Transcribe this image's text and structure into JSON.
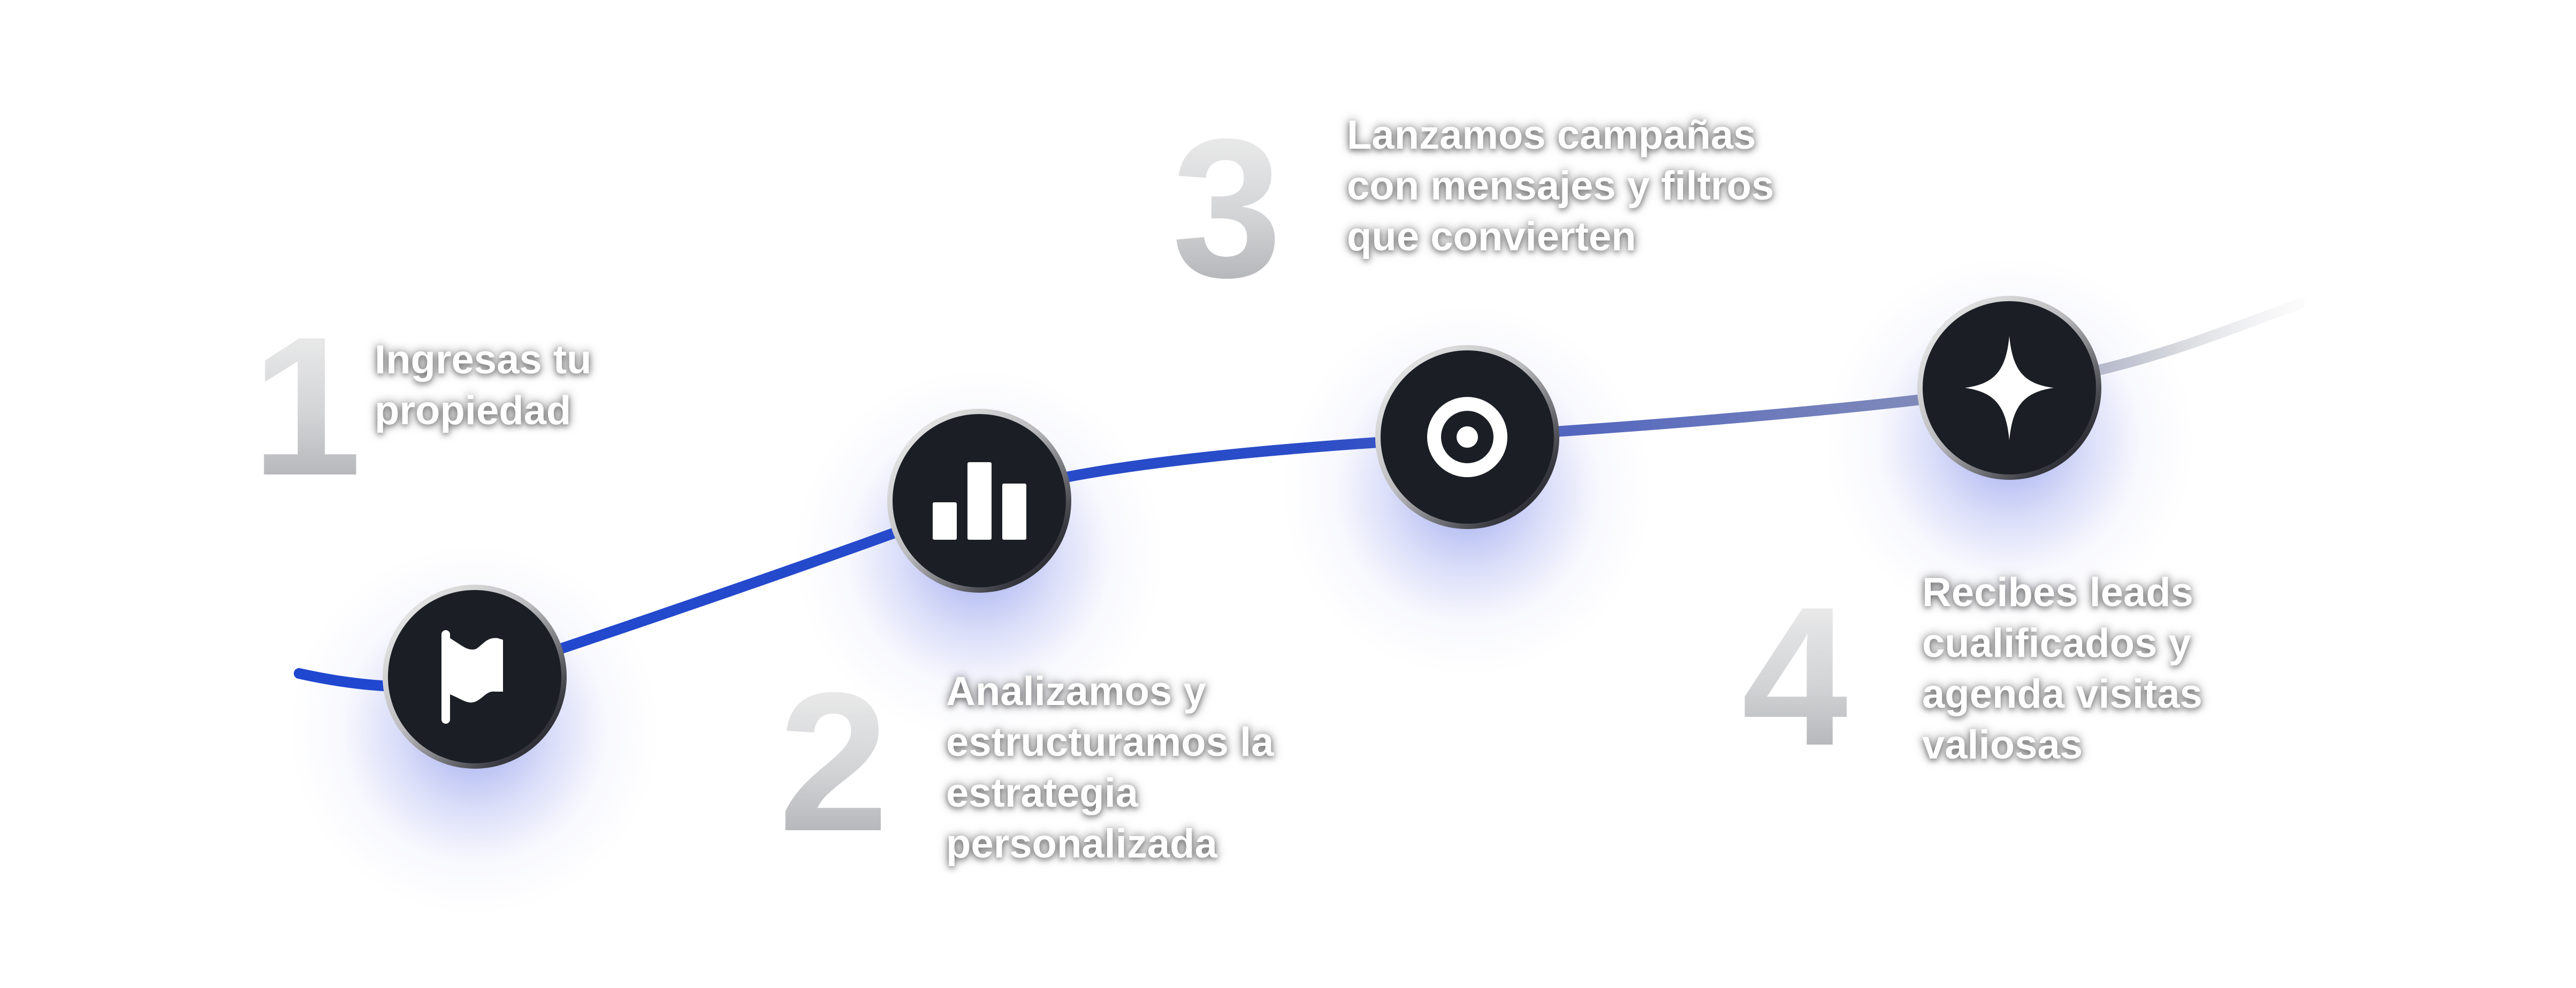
{
  "steps": [
    {
      "number": "1",
      "lines": [
        "Ingresas tu",
        "propiedad"
      ],
      "icon": "flag-icon"
    },
    {
      "number": "2",
      "lines": [
        "Analizamos y",
        "estructuramos la",
        "estrategia",
        "personalizada"
      ],
      "icon": "bar-chart-icon"
    },
    {
      "number": "3",
      "lines": [
        "Lanzamos campañas",
        "con mensajes y filtros",
        "que convierten"
      ],
      "icon": "target-icon"
    },
    {
      "number": "4",
      "lines": [
        "Recibes leads",
        "cualificados y",
        "agenda visitas",
        "valiosas"
      ],
      "icon": "sparkle-icon"
    }
  ],
  "colors": {
    "line_blue": "#1f47d0",
    "node_fill": "#1b1f25",
    "glow": "#5064e1",
    "number_gray": "#c6c7c9"
  }
}
